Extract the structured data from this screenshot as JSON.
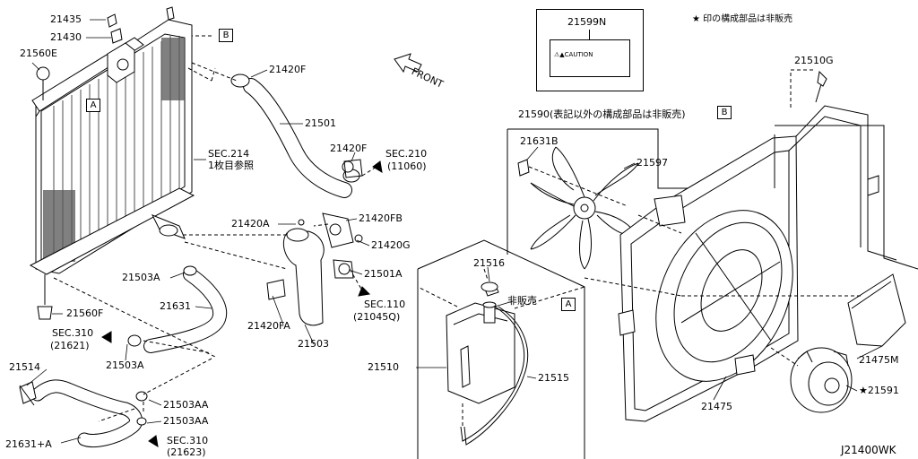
{
  "diagram_code": "J21400WK",
  "legend_note": "★ 印の構成部品は非販売",
  "caution_label": {
    "part": "21599N",
    "text": "⚠▲CAUTION"
  },
  "parts": {
    "p21435": "21435",
    "p21430": "21430",
    "p21560E": "21560E",
    "p21420F_top": "21420F",
    "p21501": "21501",
    "sec214_line1": "SEC.214",
    "sec214_line2": "1枚目参照",
    "p21420F_mid": "21420F",
    "sec210_line1": "SEC.210",
    "sec210_line2": "(11060)",
    "p21420A": "21420A",
    "p21420FB": "21420FB",
    "p21420G": "21420G",
    "p21501A": "21501A",
    "sec110_line1": "SEC.110",
    "sec110_line2": "(21045Q)",
    "p21503A_top": "21503A",
    "p21631": "21631",
    "p21420FA": "21420FA",
    "p21503": "21503",
    "p21560F": "21560F",
    "sec310a_line1": "SEC.310",
    "sec310a_line2": "(21621)",
    "p21503A_bot": "21503A",
    "p21514": "21514",
    "p21503AA_1": "21503AA",
    "p21503AA_2": "21503AA",
    "p21631A": "21631+A",
    "sec310b_line1": "SEC.310",
    "sec310b_line2": "(21623)",
    "p21516": "21516",
    "not_for_sale": "非販売",
    "p21510": "21510",
    "p21515": "21515",
    "p21510G": "21510G",
    "p21590": "21590(表記以外の構成部品は非販売)",
    "p21631B": "21631B",
    "p21597": "21597",
    "p21475M": "21475M",
    "p21475": "21475",
    "p21591": "★21591",
    "front": "FRONT"
  },
  "ref_boxes": {
    "a1": "A",
    "a2": "A",
    "b1": "B",
    "b2": "B"
  }
}
